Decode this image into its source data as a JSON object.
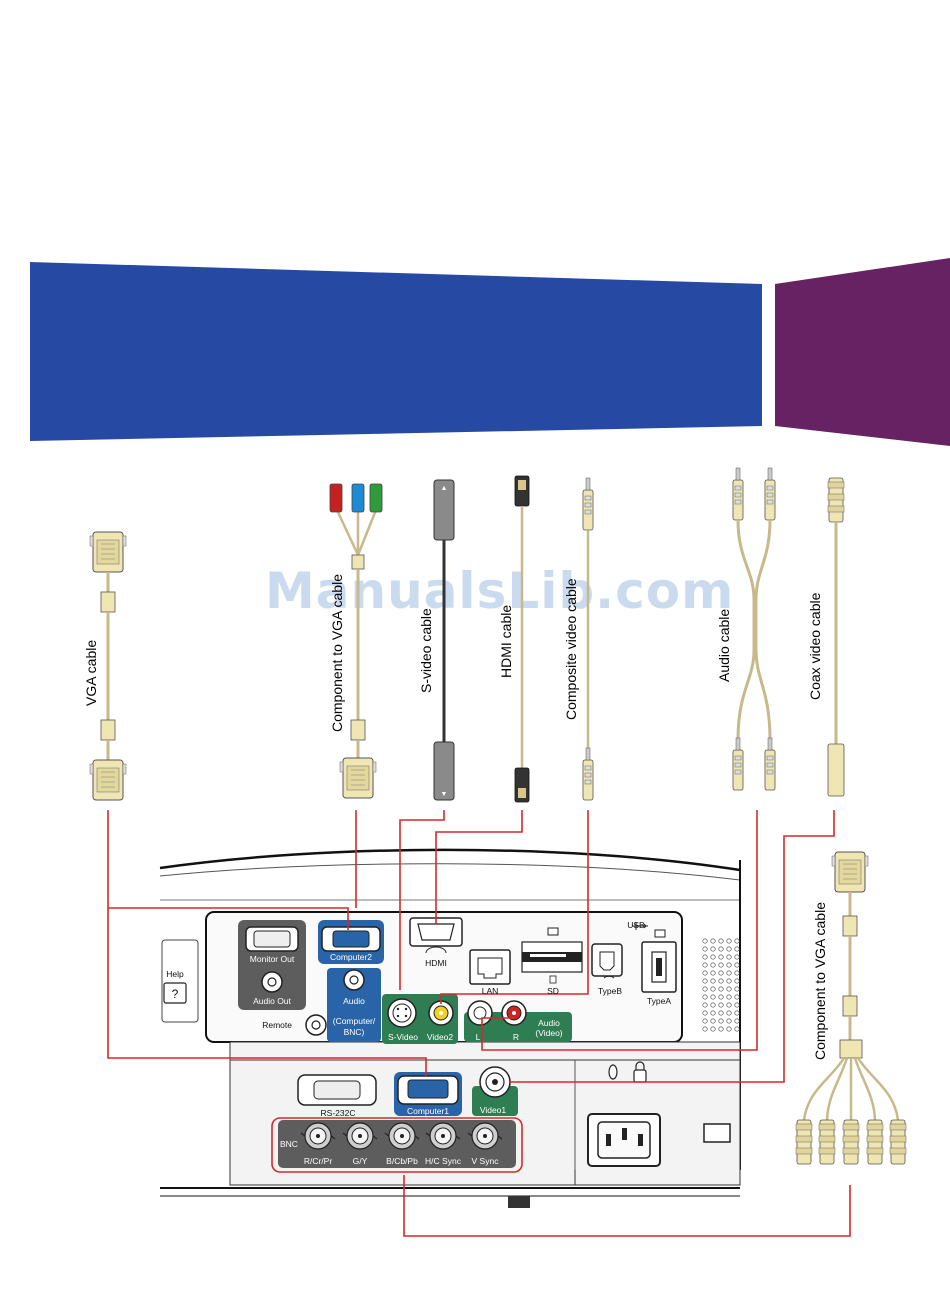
{
  "banners": {
    "blue_color": "#264aa3",
    "purple_color": "#662262"
  },
  "cables": {
    "vga": "VGA cable",
    "component": "Component to VGA cable",
    "svideo": "S-video cable",
    "hdmi": "HDMI cable",
    "composite": "Composite video cable",
    "audio": "Audio cable",
    "coax": "Coax video cable",
    "component_bnc": "Component to VGA cable"
  },
  "ports": {
    "monitor_out": "Monitor Out",
    "computer2": "Computer2",
    "audio_out": "Audio Out",
    "audio": "Audio",
    "audio_sub1": "(Computer/",
    "audio_sub2": "BNC)",
    "remote": "Remote",
    "svideo": "S-Video",
    "video2": "Video2",
    "hdmi": "HDMI",
    "lan": "LAN",
    "sd": "SD",
    "usb": "USB",
    "typeb": "TypeB",
    "typea": "TypeA",
    "audio_video": "Audio",
    "audio_video_sub": "(Video)",
    "l": "L",
    "r": "R",
    "rs232c": "RS-232C",
    "computer1": "Computer1",
    "video1": "Video1",
    "bnc": "BNC",
    "bnc_rcrpr": "R/Cr/Pr",
    "bnc_gy": "G/Y",
    "bnc_bcbpb": "B/Cb/Pb",
    "bnc_hcsync": "H/C Sync",
    "bnc_vsync": "V Sync",
    "help": "Help",
    "help_key": "?"
  },
  "watermark": "ManualsLib.com",
  "colors": {
    "connector_line": "#d42a2a",
    "port_blue": "#2a64a8",
    "port_green": "#2f7d53",
    "cable_beige": "#f0e6b4"
  }
}
